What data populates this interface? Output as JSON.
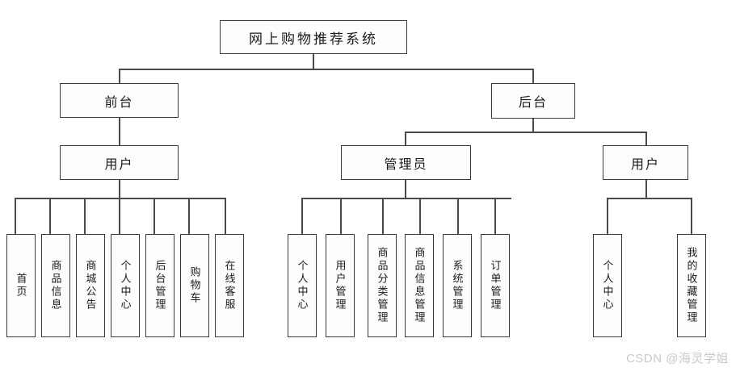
{
  "diagram": {
    "title": "网上购物推荐系统",
    "type": "system-function-hierarchy",
    "root": {
      "label": "网上购物推荐系统"
    },
    "branches": {
      "frontend": {
        "label": "前台",
        "role": {
          "label": "用户"
        },
        "modules": [
          {
            "label": "首页"
          },
          {
            "label": "商品信息"
          },
          {
            "label": "商城公告"
          },
          {
            "label": "个人中心"
          },
          {
            "label": "后台管理"
          },
          {
            "label": "购物车"
          },
          {
            "label": "在线客服"
          }
        ]
      },
      "backend": {
        "label": "后台",
        "roles": [
          {
            "label": "管理员",
            "modules": [
              {
                "label": "个人中心"
              },
              {
                "label": "用户管理"
              },
              {
                "label": "商品分类管理"
              },
              {
                "label": "商品信息管理"
              },
              {
                "label": "系统管理"
              },
              {
                "label": "订单管理"
              }
            ]
          },
          {
            "label": "用户",
            "modules": [
              {
                "label": "个人中心"
              },
              {
                "label": "我的收藏管理"
              }
            ]
          }
        ]
      }
    }
  },
  "watermark": {
    "text": "CSDN @海灵学姐"
  },
  "colors": {
    "box_border": "#3a3a3a",
    "box_fill": "#fcfdff",
    "line": "#4a4a4a",
    "text": "#1a1a1a",
    "watermark": "#c9c9c9",
    "background": "#ffffff"
  }
}
